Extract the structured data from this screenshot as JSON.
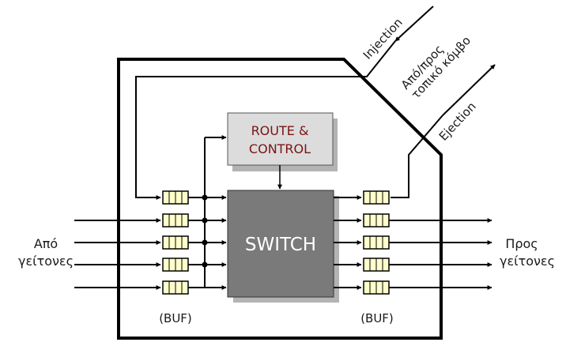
{
  "labels": {
    "from_neighbors_1": "Από",
    "from_neighbors_2": "γείτονες",
    "to_neighbors_1": "Προς",
    "to_neighbors_2": "γείτονες",
    "buf_in": "(BUF)",
    "buf_out": "(BUF)",
    "injection": "Injection",
    "ejection": "Ejection",
    "local_node_1": "Από/προς",
    "local_node_2": "τοπικό κόμβο",
    "route_1": "ROUTE &",
    "route_2": "CONTROL",
    "switch": "SWITCH"
  },
  "colors": {
    "buffer_fill": "#ffffcc",
    "switch_fill": "#7a7a7a",
    "route_fill": "#dcdcdc",
    "route_text": "#7a1414",
    "shadow": "#b3b3b3",
    "line": "#000000"
  },
  "icons": {
    "arrowhead": "arrow-head-icon",
    "junction": "junction-dot-icon"
  }
}
